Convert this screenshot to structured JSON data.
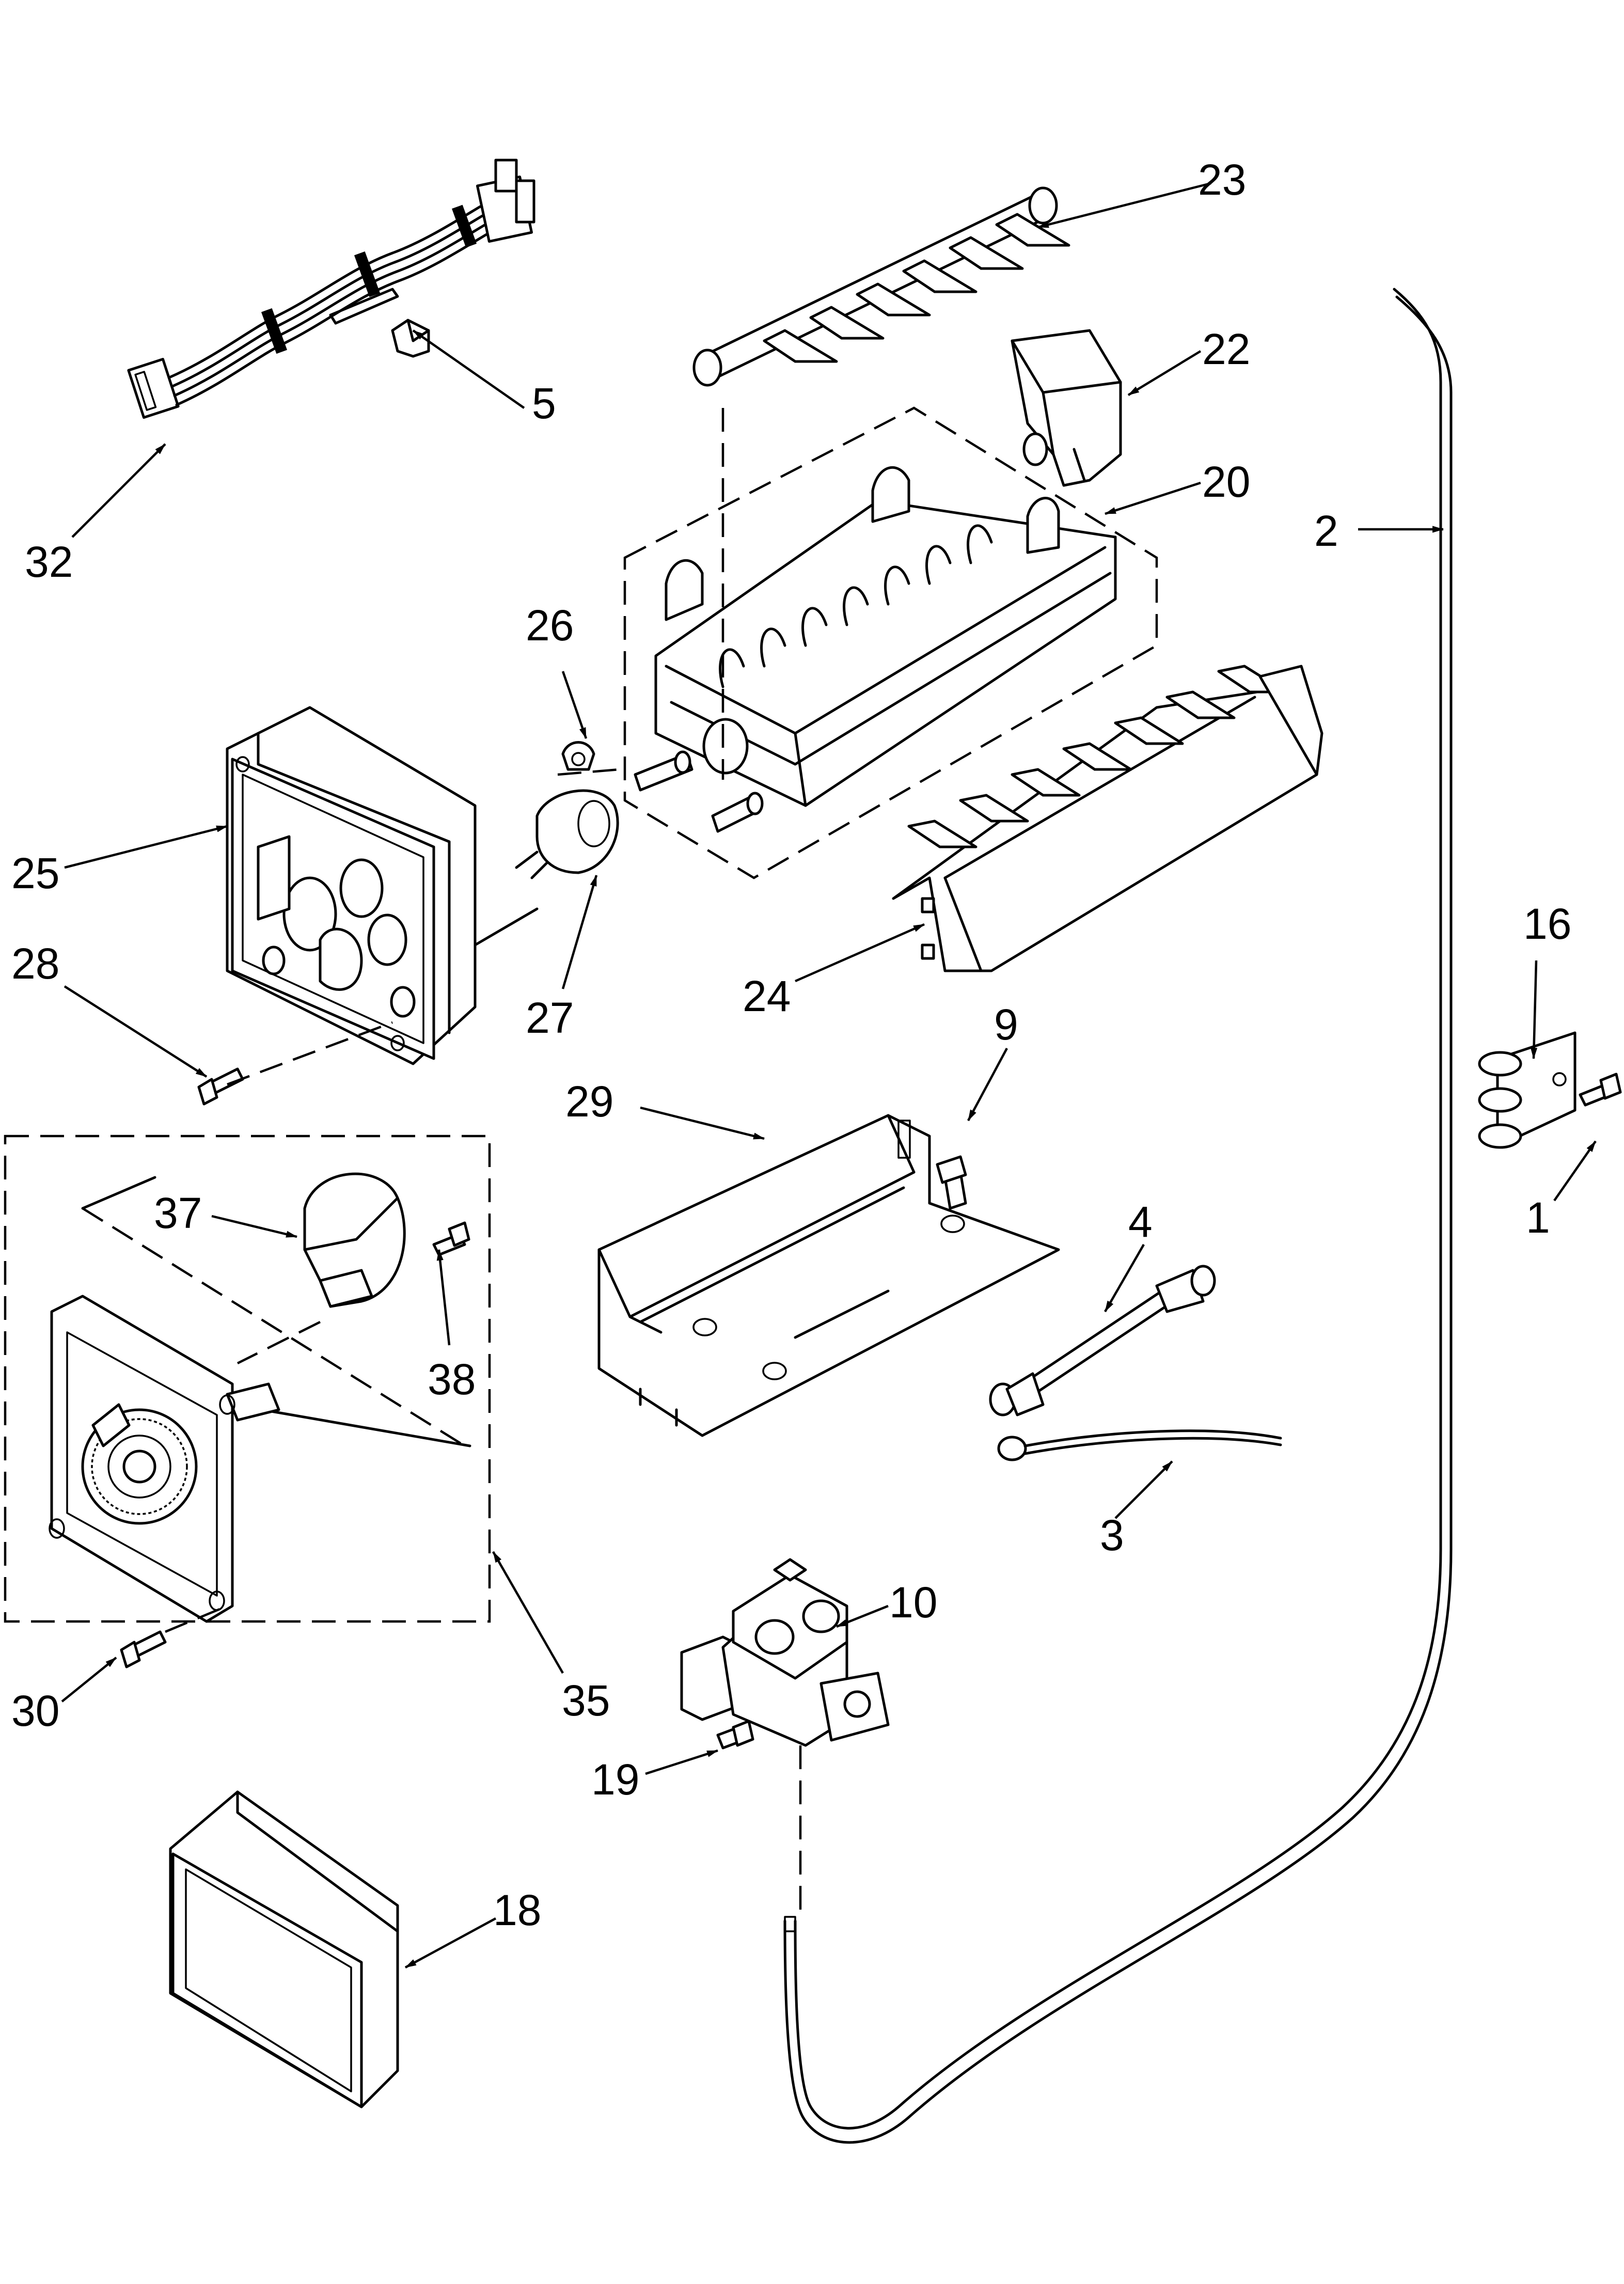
{
  "callouts": {
    "c1": "1",
    "c2": "2",
    "c3": "3",
    "c4": "4",
    "c5": "5",
    "c9": "9",
    "c10": "10",
    "c16": "16",
    "c18": "18",
    "c19": "19",
    "c20": "20",
    "c22": "22",
    "c23": "23",
    "c24": "24",
    "c25": "25",
    "c26": "26",
    "c27": "27",
    "c28": "28",
    "c29": "29",
    "c30": "30",
    "c32": "32",
    "c35": "35",
    "c37": "37",
    "c38": "38"
  }
}
